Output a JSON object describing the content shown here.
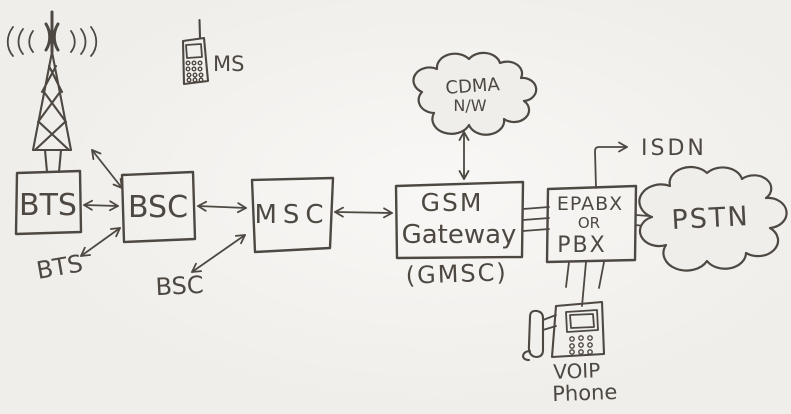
{
  "colors": {
    "paper": "#f0eeea",
    "ink": "#4e4842"
  },
  "nodes": {
    "bts": {
      "label": "BTS"
    },
    "bsc": {
      "label": "BSC"
    },
    "msc": {
      "label": "MSC"
    },
    "gsm_gateway": {
      "label_line1": "GSM",
      "label_line2": "Gateway",
      "caption": "(GMSC)"
    },
    "epabx": {
      "label_line1": "EPABX",
      "label_line2": "OR",
      "label_line3": "PBX"
    },
    "cdma_cloud": {
      "label_line1": "CDMA",
      "label_line2": "N/W"
    },
    "pstn_cloud": {
      "label": "PSTN"
    },
    "ms": {
      "label": "MS"
    },
    "isdn": {
      "label": "ISDN"
    },
    "voip_phone": {
      "label_line1": "VOIP",
      "label_line2": "Phone"
    },
    "bts_neighbor": {
      "label": "BTS"
    },
    "bsc_neighbor": {
      "label": "BSC"
    }
  }
}
